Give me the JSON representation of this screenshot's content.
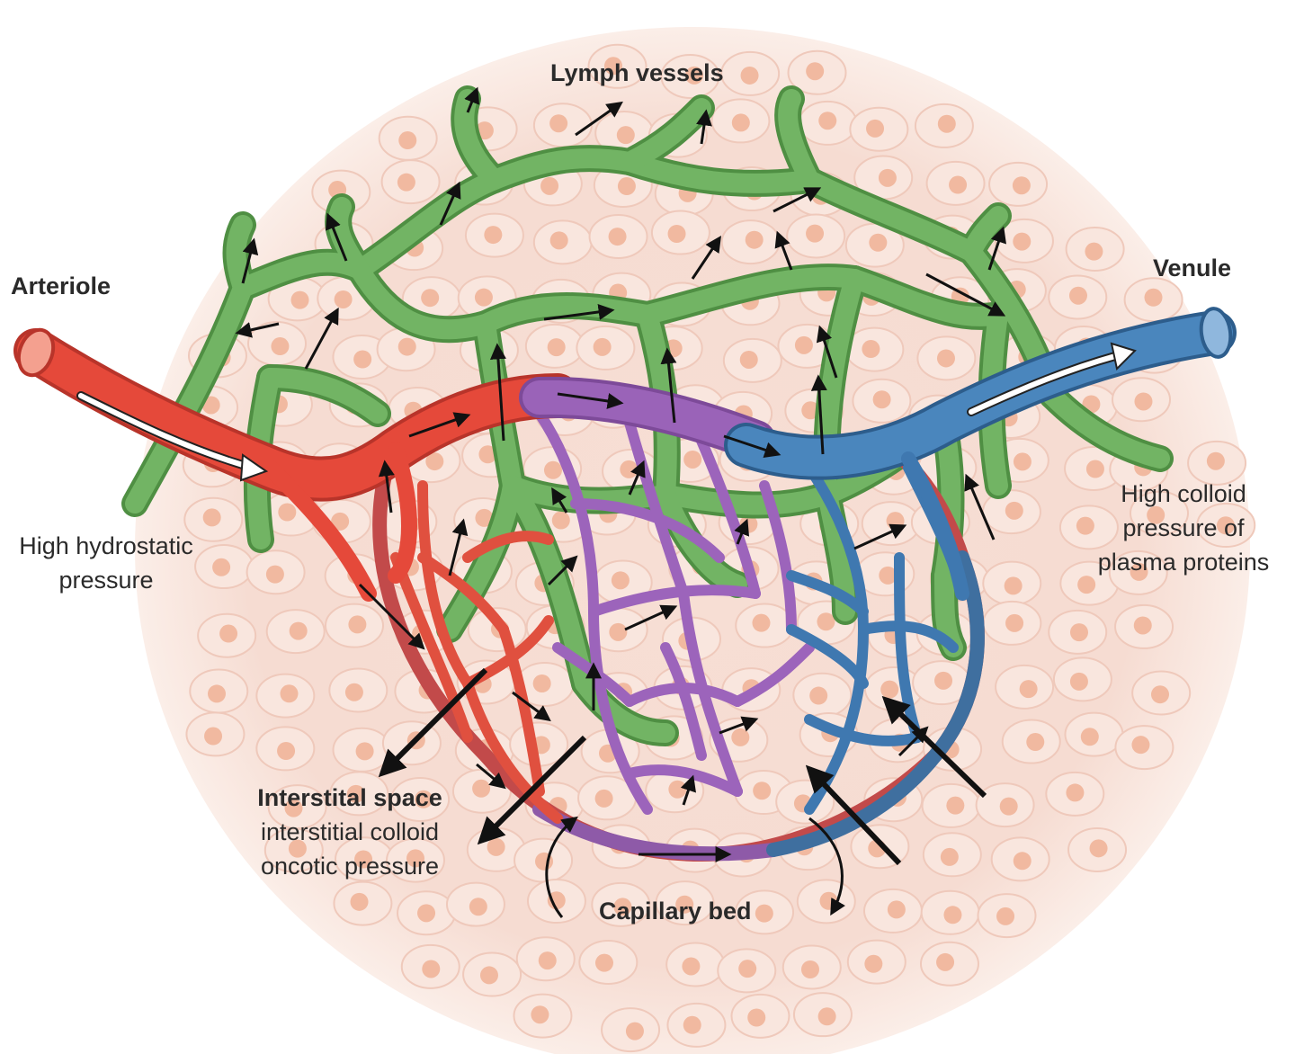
{
  "labels": {
    "lymph_vessels": "Lymph vessels",
    "arteriole": "Arteriole",
    "venule": "Venule",
    "high_hydrostatic": [
      "High hydrostatic",
      "pressure"
    ],
    "high_colloid": [
      "High colloid",
      "pressure of",
      "plasma proteins"
    ],
    "interstitial": [
      "Interstital space",
      "interstitial colloid",
      "oncotic pressure"
    ],
    "capillary_bed": "Capillary bed"
  },
  "colors": {
    "tissue_background": "#f6dcd2",
    "cell_nucleus": "#f1b9a0",
    "arteriole": "#e5493a",
    "venule": "#3f78b0",
    "capillary_mix": "#9a63b8",
    "lymph": "#6fae61",
    "arrow": "#111111"
  }
}
